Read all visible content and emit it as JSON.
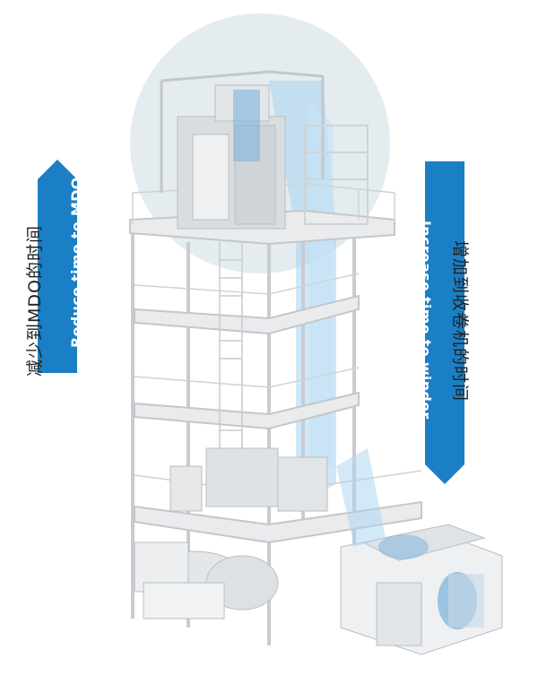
{
  "left_label": {
    "chinese": "减少到MDO的时间",
    "english": "Reduce time to MDO"
  },
  "right_label": {
    "chinese": "增加到收卷机的时间",
    "english": "Increase time to winder"
  },
  "colors": {
    "arrow_blue": "#1a7fc4",
    "film_blue": "#a9d3f2",
    "structure_gray": "#d9dcdf",
    "circle_tint": "#e4ecef"
  }
}
